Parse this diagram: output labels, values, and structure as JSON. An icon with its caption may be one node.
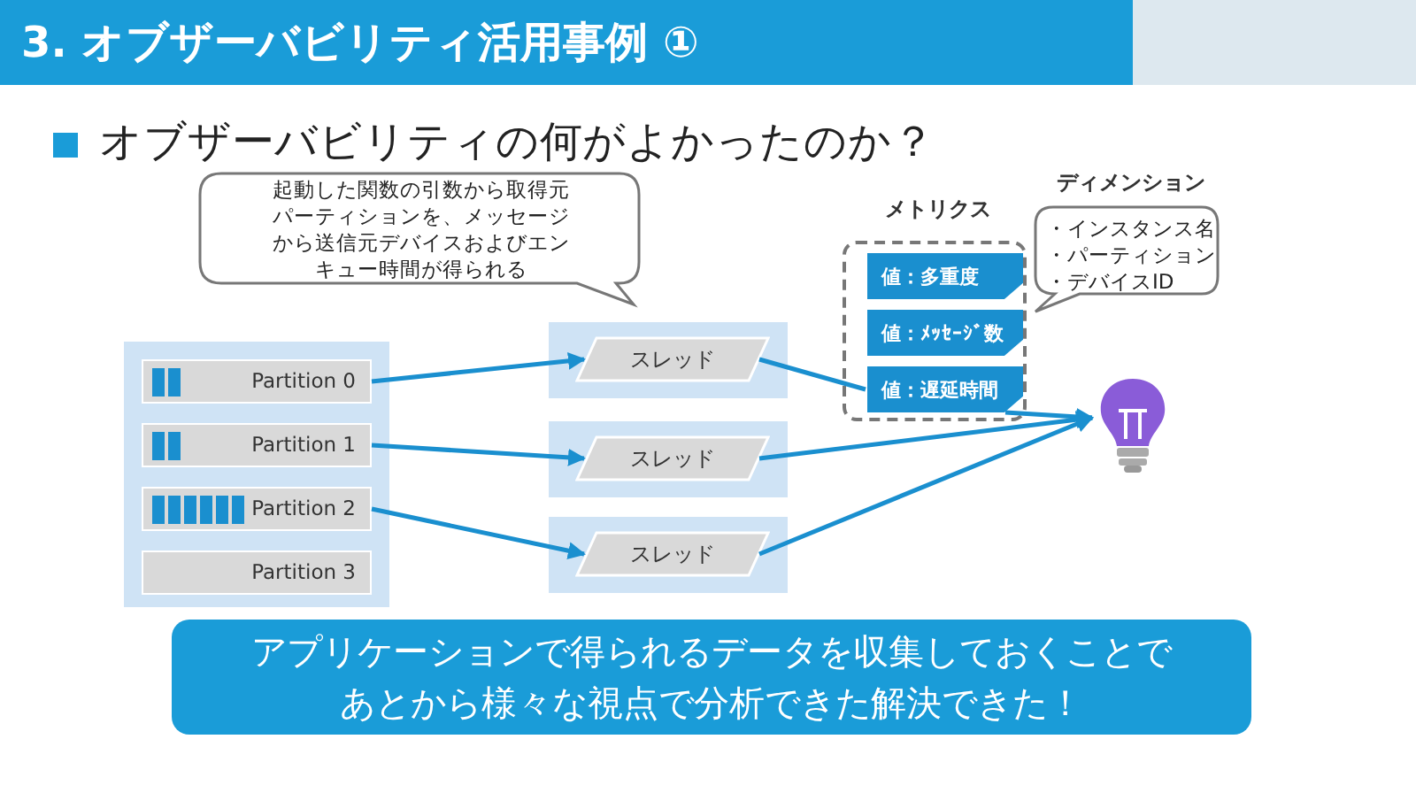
{
  "diagram": {
    "title": "3. オブザーバビリティ活用事例 ①",
    "nodes": [
      {
        "text": [],
        "shape": "box"
      },
      {
        "text": [
          "Partition 0"
        ],
        "in": 0
      },
      {
        "text": [
          "Partition 1"
        ],
        "in": 0
      },
      {
        "text": [
          "Partition 2"
        ],
        "in": 0
      },
      {
        "text": [
          "Partition 3"
        ],
        "in": 0
      },
      {
        "text": [
          "スレッド"
        ]
      },
      {
        "text": [
          "スレッド"
        ]
      },
      {
        "text": [
          "スレッド"
        ]
      },
      {
        "text": [
          "メトリクス"
        ]
      },
      {
        "text": [
          "値：多重度"
        ],
        "in": 8
      },
      {
        "text": [
          "値：ﾒｯｾｰｼﾞ数"
        ],
        "in": 8
      },
      {
        "text": [
          "値：遅延時間"
        ],
        "in": 8
      },
      {
        "text": [
          "起動した関数の引数から取得元パーティションを、メッセージから送信元デバイスおよびエンキュー時間が得られる"
        ]
      },
      {
        "text": [
          "ディメンション",
          "・インスタンス名",
          "・パーティション",
          "・デバイスID"
        ]
      },
      {
        "text": [],
        "shape": "picture"
      },
      {
        "text": [
          "アプリケーションで得られるデータを収集しておくことであとから様々な視点で分析できた解決できた！"
        ]
      }
    ],
    "edges": [
      {
        "from": 1,
        "to": 5,
        "arrow": "to"
      },
      {
        "from": 2,
        "to": 6,
        "arrow": "to"
      },
      {
        "from": 3,
        "to": 7,
        "arrow": "to"
      },
      {
        "from": 5,
        "to": 11,
        "arrow": "none"
      },
      {
        "from": 11,
        "to": 14,
        "arrow": "to"
      },
      {
        "from": 6,
        "to": 14,
        "arrow": "to"
      },
      {
        "from": 7,
        "to": 14,
        "arrow": "to"
      }
    ],
    "labels": [
      "オブザーバビリティの何がよかったのか？"
    ]
  }
}
